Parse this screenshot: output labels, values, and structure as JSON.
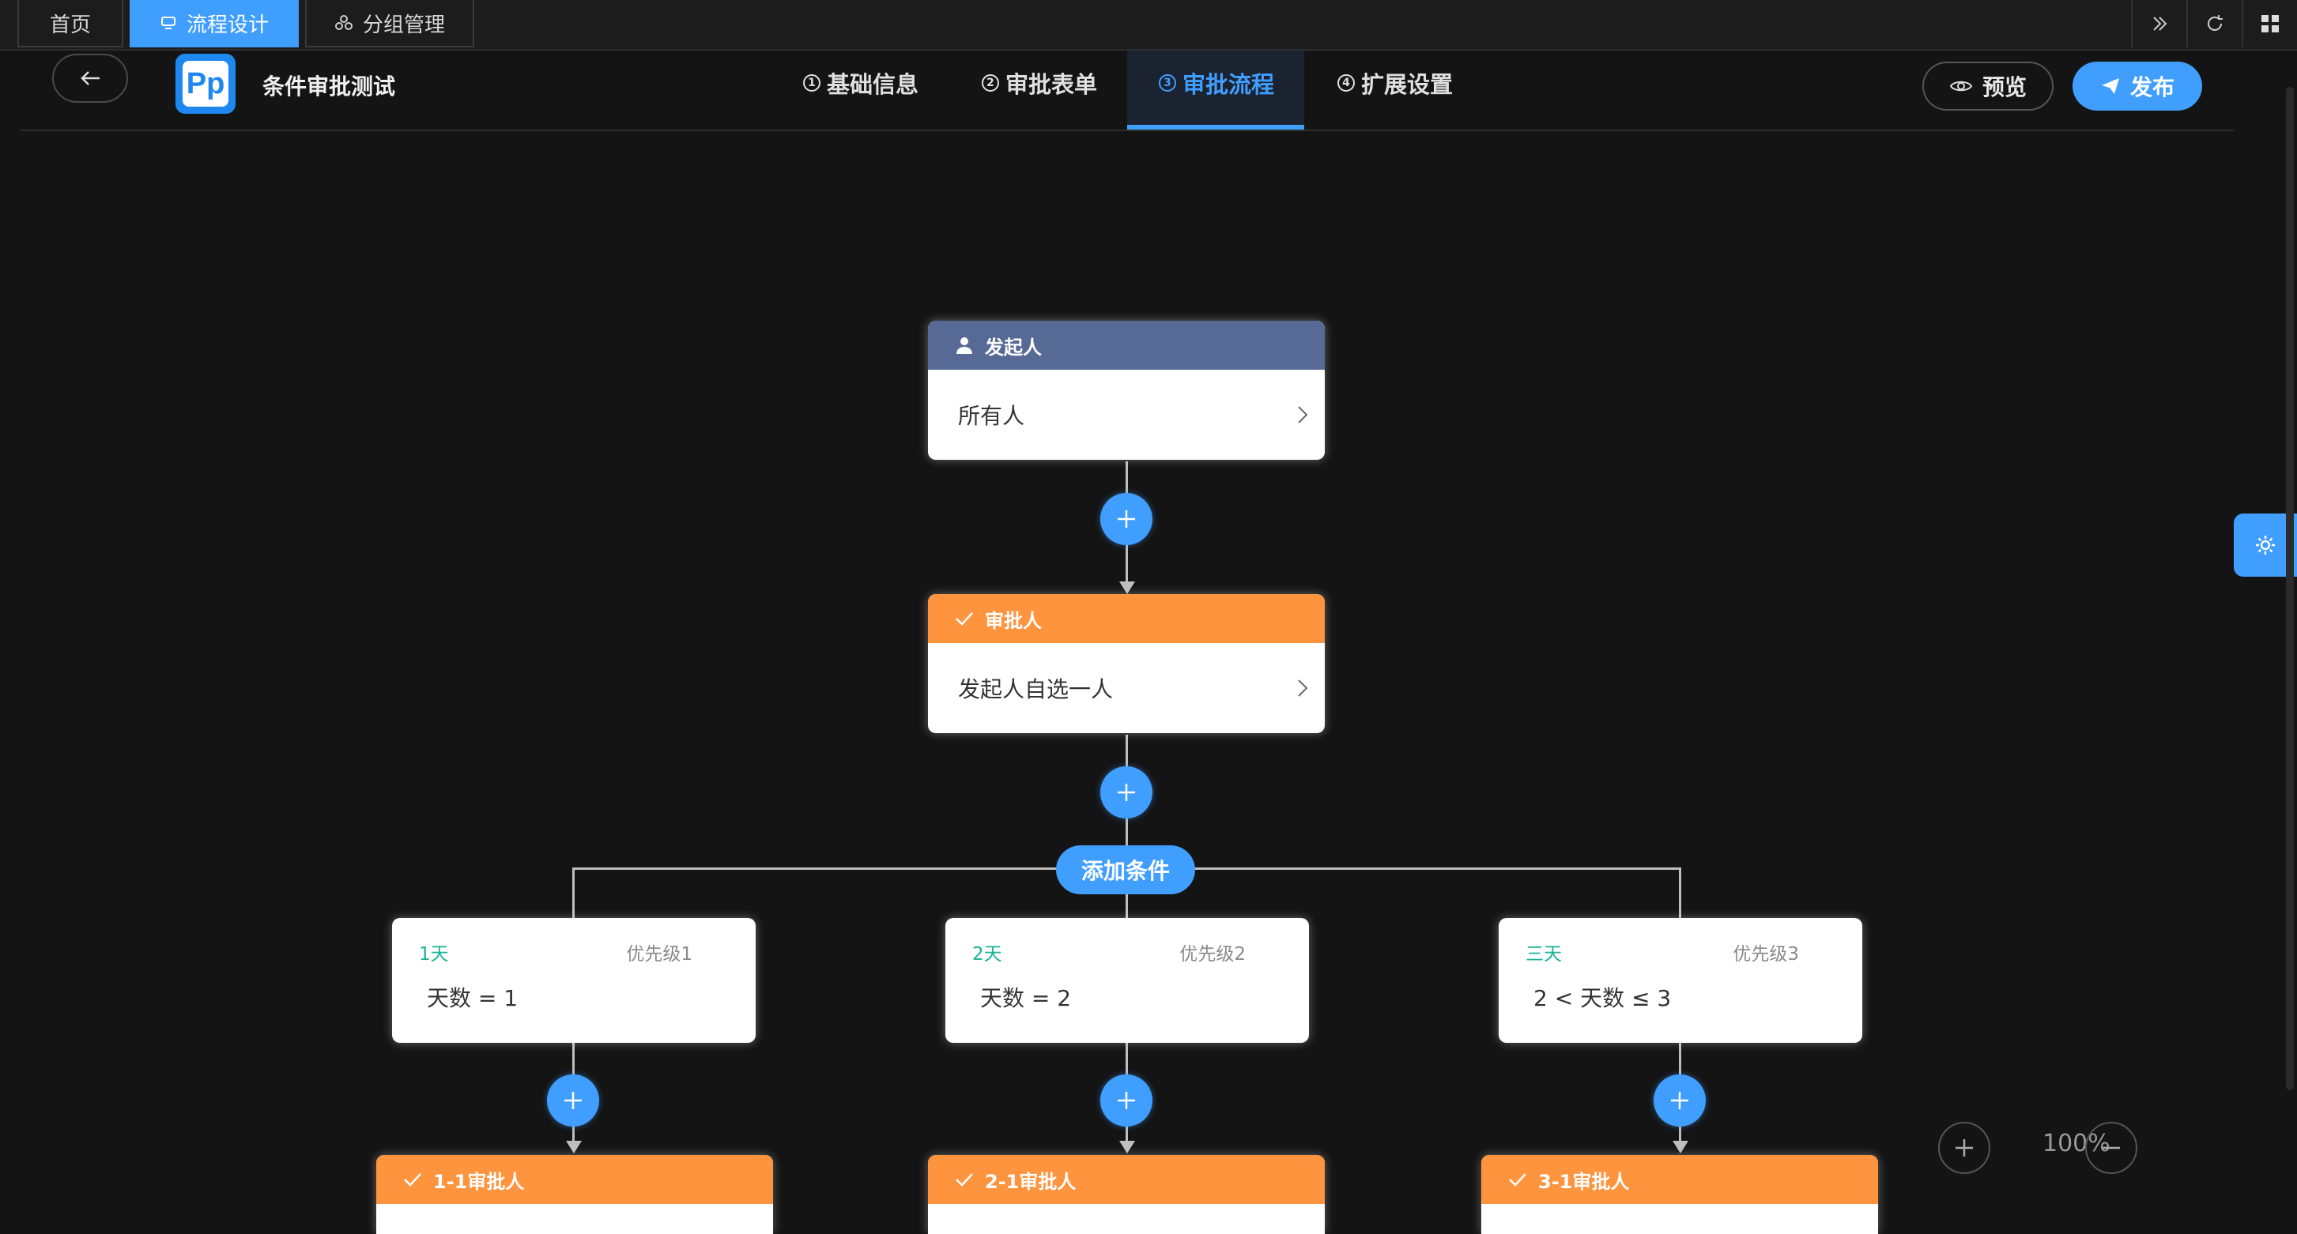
{
  "tabs": [
    {
      "label": "首页",
      "active": false
    },
    {
      "label": "流程设计",
      "active": true,
      "icon": "flow-icon"
    },
    {
      "label": "分组管理",
      "active": false,
      "icon": "group-icon"
    }
  ],
  "header": {
    "title": "条件审批测试",
    "steps": [
      {
        "label": "基础信息",
        "num": "1",
        "active": false
      },
      {
        "label": "审批表单",
        "num": "2",
        "active": false
      },
      {
        "label": "审批流程",
        "num": "3",
        "active": true
      },
      {
        "label": "扩展设置",
        "num": "4",
        "active": false
      }
    ],
    "preview_label": "预览",
    "publish_label": "发布"
  },
  "flow": {
    "initiator": {
      "title": "发起人",
      "content": "所有人"
    },
    "approver": {
      "title": "审批人",
      "content": "发起人自选一人"
    },
    "add_condition_label": "添加条件",
    "conditions": [
      {
        "name": "1天",
        "priority": "优先级1",
        "expr": "天数 = 1",
        "child": "1-1审批人"
      },
      {
        "name": "2天",
        "priority": "优先级2",
        "expr": "天数 = 2",
        "child": "2-1审批人"
      },
      {
        "name": "三天",
        "priority": "优先级3",
        "expr": "2 < 天数 ≤ 3",
        "child": "3-1审批人"
      }
    ]
  },
  "zoom": {
    "value": "100%"
  },
  "colors": {
    "accent": "#409eff",
    "approver": "#ff943e",
    "initiator": "#576a95",
    "condition_name": "#19b394"
  }
}
